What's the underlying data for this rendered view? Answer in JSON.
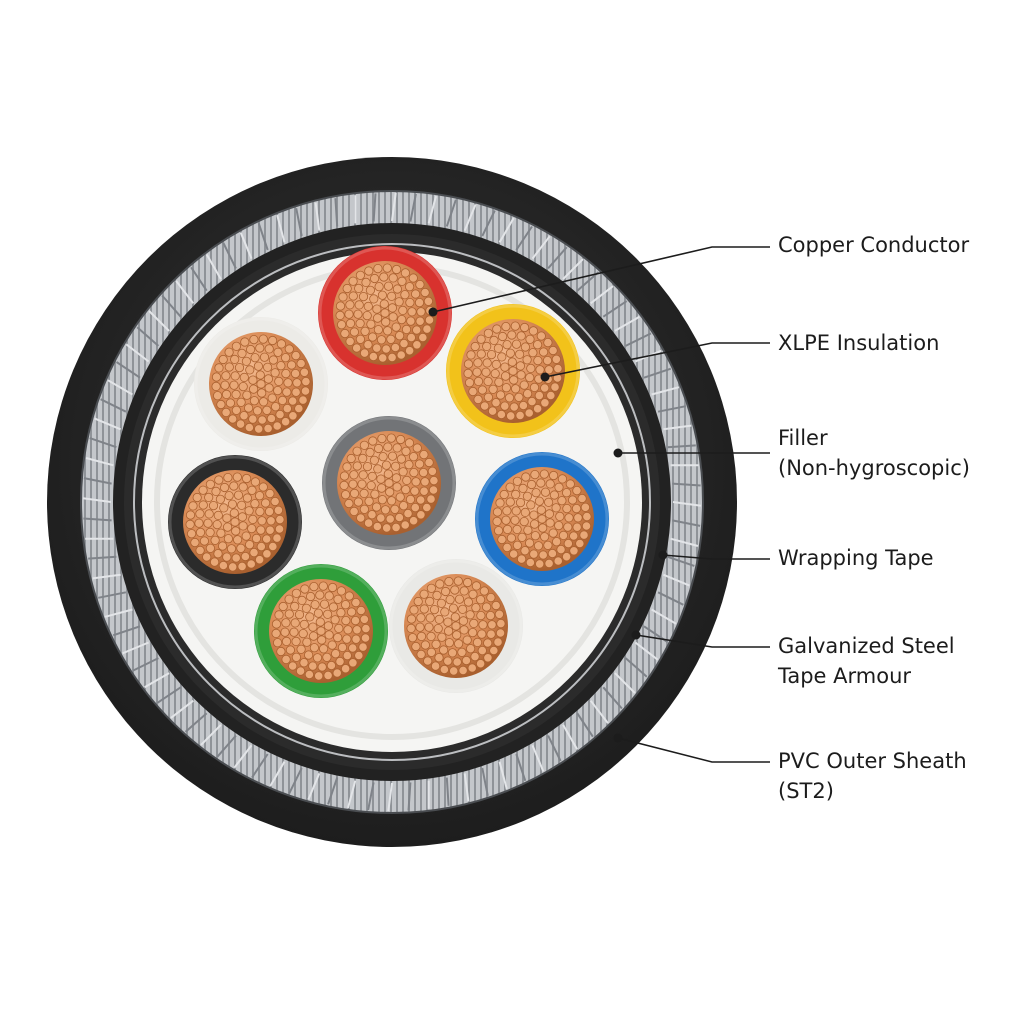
{
  "labels": [
    {
      "id": "copper-conductor",
      "lines": [
        "Copper Conductor"
      ]
    },
    {
      "id": "xlpe-insulation",
      "lines": [
        "XLPE Insulation"
      ]
    },
    {
      "id": "filler",
      "lines": [
        "Filler",
        "(Non-hygroscopic)"
      ]
    },
    {
      "id": "wrapping-tape",
      "lines": [
        "Wrapping Tape"
      ]
    },
    {
      "id": "galvanized-steel-tape-armour",
      "lines": [
        "Galvanized Steel",
        "Tape Armour"
      ]
    },
    {
      "id": "pvc-outer-sheath",
      "lines": [
        "PVC Outer Sheath",
        "(ST2)"
      ]
    }
  ],
  "cores": [
    {
      "name": "core-red",
      "insulation_color": "#d8322e"
    },
    {
      "name": "core-yellow",
      "insulation_color": "#f2c21a"
    },
    {
      "name": "core-blue",
      "insulation_color": "#1f74c9"
    },
    {
      "name": "core-white-lower",
      "insulation_color": "#e9e9e6"
    },
    {
      "name": "core-green",
      "insulation_color": "#2f9e3a"
    },
    {
      "name": "core-black",
      "insulation_color": "#2b2b2b"
    },
    {
      "name": "core-white-upper",
      "insulation_color": "#ecebe7"
    },
    {
      "name": "core-grey-center",
      "insulation_color": "#727477"
    }
  ],
  "colors": {
    "sheath": "#2a2a2a",
    "armour": "#b9bcc0",
    "filler": "#f5f5f3",
    "copper": "#d98a55",
    "leader": "#1c1c1c"
  }
}
